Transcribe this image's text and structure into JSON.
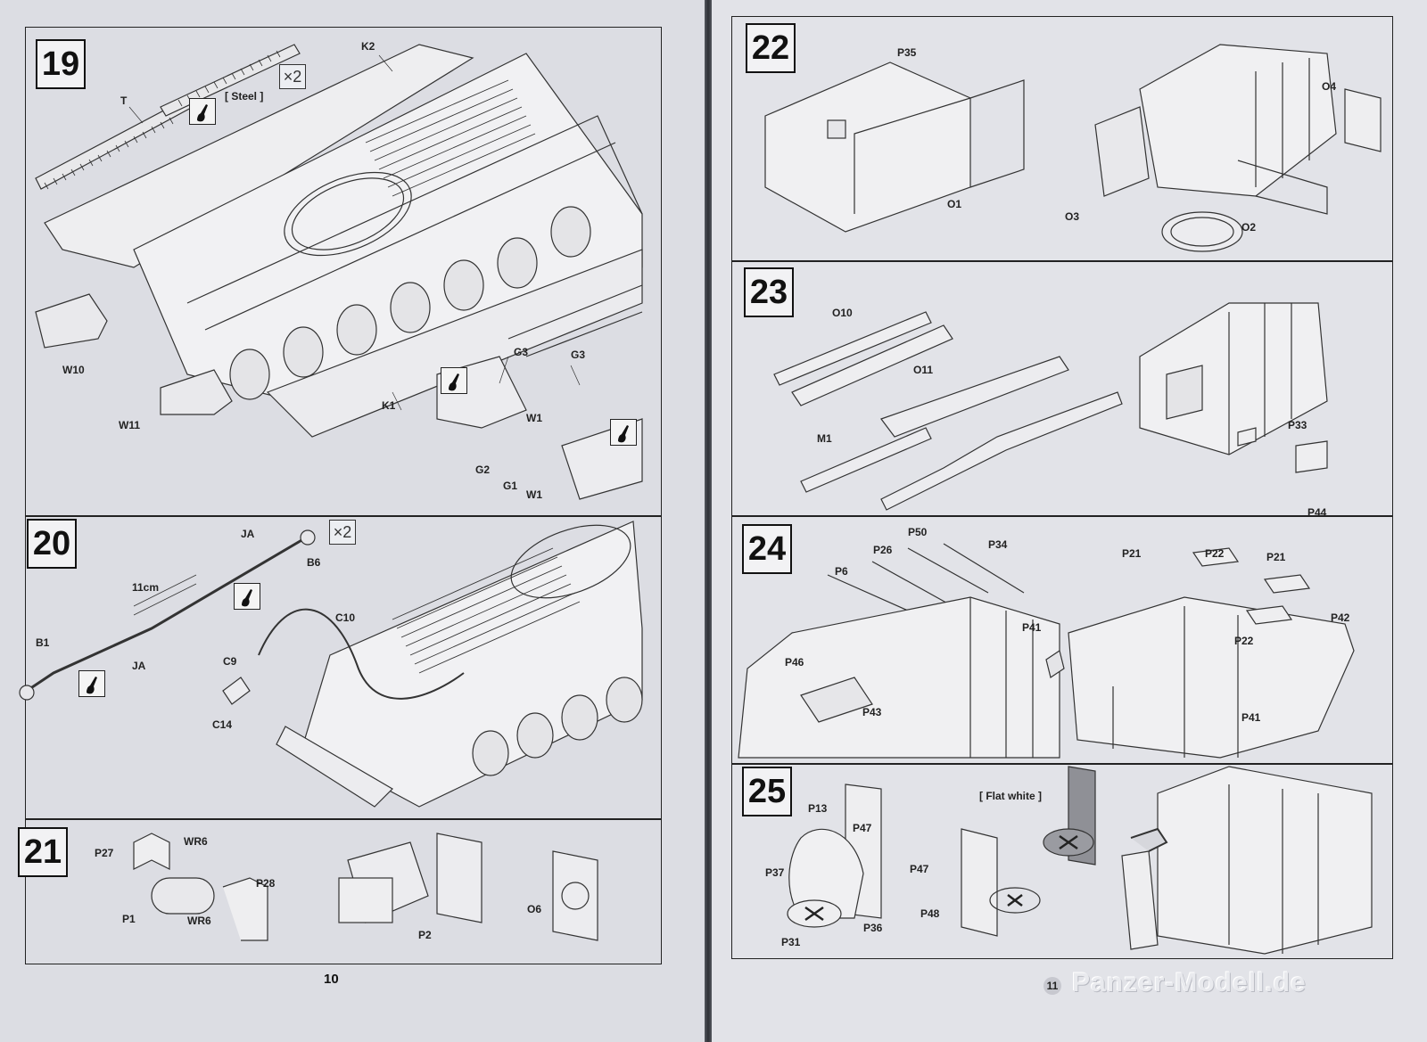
{
  "left_page": {
    "page_number": "10",
    "step19": {
      "number": "19",
      "labels": {
        "k2": "K2",
        "t": "T",
        "w10": "W10",
        "w11": "W11",
        "k1": "K1",
        "g3a": "G3",
        "g3b": "G3",
        "w1a": "W1",
        "w1b": "W1",
        "g2": "G2",
        "g1": "G1"
      },
      "steel_note": "[ Steel ]",
      "multiplier": "×2"
    },
    "step20": {
      "number": "20",
      "labels": {
        "ja_top": "JA",
        "b6": "B6",
        "measure": "11cm",
        "b1": "B1",
        "ja_bottom": "JA",
        "c10": "C10",
        "c9": "C9",
        "c14": "C14"
      },
      "multiplier": "×2"
    },
    "step21": {
      "number": "21",
      "labels": {
        "p27": "P27",
        "wr6a": "WR6",
        "p28": "P28",
        "p1": "P1",
        "wr6b": "WR6",
        "p2": "P2",
        "o6": "O6"
      }
    }
  },
  "right_page": {
    "page_number": "11",
    "watermark": "Panzer-Modell.de",
    "step22": {
      "number": "22",
      "labels": {
        "p35": "P35",
        "o1": "O1",
        "o4": "O4",
        "o3": "O3",
        "o2": "O2"
      }
    },
    "step23": {
      "number": "23",
      "labels": {
        "o10": "O10",
        "o11": "O11",
        "m1": "M1",
        "p33": "P33",
        "p44": "P44"
      }
    },
    "step24": {
      "number": "24",
      "labels": {
        "p50": "P50",
        "p26": "P26",
        "p34": "P34",
        "p6": "P6",
        "p41a": "P41",
        "p46": "P46",
        "p43": "P43",
        "p21a": "P21",
        "p22a": "P22",
        "p21b": "P21",
        "p22b": "P22",
        "p42": "P42",
        "p41b": "P41"
      }
    },
    "step25": {
      "number": "25",
      "labels": {
        "p13": "P13",
        "p47a": "P47",
        "p37": "P37",
        "p31": "P31",
        "p36": "P36",
        "p47b": "P47",
        "p48": "P48"
      },
      "flat_white_note": "[ Flat white ]"
    }
  }
}
